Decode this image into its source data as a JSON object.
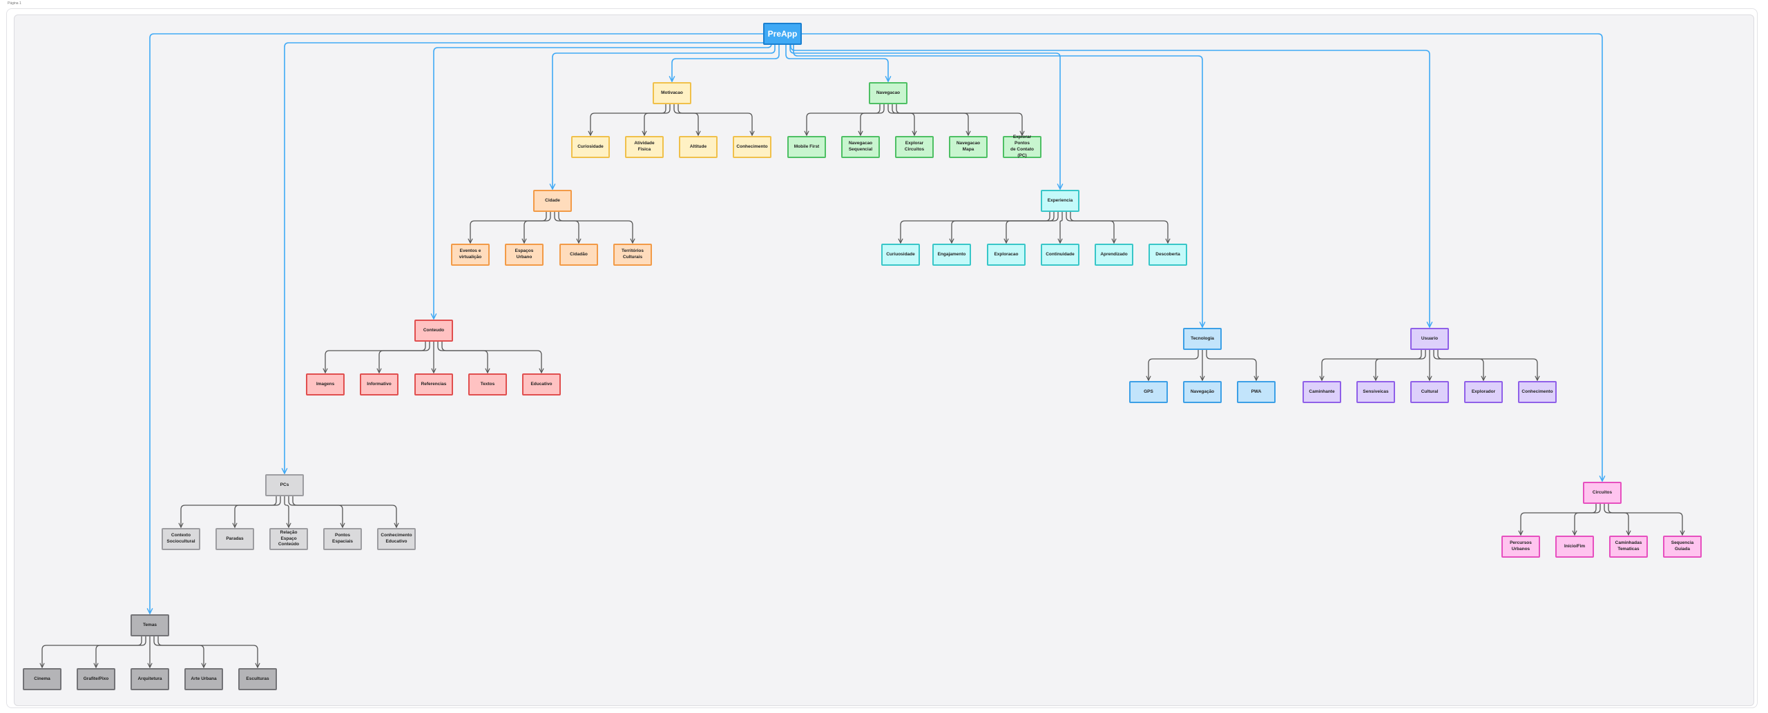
{
  "page_label": "Página 1",
  "root": {
    "label": "PreApp",
    "fill": "#3fa9f5",
    "stroke": "#1a7fd0",
    "edge": "#3fa9f5"
  },
  "groups": [
    {
      "key": "motivacao",
      "label": "Motivacao",
      "fill": "#fff1c4",
      "stroke": "#f0c04a",
      "children": [
        "Curiosidade",
        "Atividade Fisica",
        "Altitude",
        "Conhecimento"
      ]
    },
    {
      "key": "navegacao",
      "label": "Navegacao",
      "fill": "#c8f5cf",
      "stroke": "#4dbf63",
      "children": [
        "Mobile First",
        "Navegacao\nSequencial",
        "Explorar\nCircuitos",
        "Navegacao\nMapa",
        "Explorar Pontos\nde Contato (PC)"
      ]
    },
    {
      "key": "cidade",
      "label": "Cidade",
      "fill": "#ffdcbc",
      "stroke": "#f29a46",
      "children": [
        "Eventos e\nvirtualição",
        "Espaços Urbano",
        "Cidadão",
        "Territórios\nCulturais"
      ]
    },
    {
      "key": "experiencia",
      "label": "Experiencia",
      "fill": "#c4fafa",
      "stroke": "#37c6c8",
      "children": [
        "Curiuosidade",
        "Engajamento",
        "Exploracao",
        "Continuidade",
        "Aprendizado",
        "Descoberta"
      ]
    },
    {
      "key": "conteudo",
      "label": "Conteudo",
      "fill": "#ffc2c2",
      "stroke": "#e04e4e",
      "children": [
        "Imagens",
        "Informativo",
        "Referencias",
        "Textos",
        "Educativo"
      ]
    },
    {
      "key": "tecnologia",
      "label": "Tecnologia",
      "fill": "#c2e4fb",
      "stroke": "#3b9fe6",
      "children": [
        "GPS",
        "Navegação",
        "PWA"
      ]
    },
    {
      "key": "usuario",
      "label": "Usuario",
      "fill": "#ddd0fb",
      "stroke": "#8f5fe8",
      "children": [
        "Caminhante",
        "Sensíveicas",
        "Cultural",
        "Explorador",
        "Conhecimento"
      ]
    },
    {
      "key": "pcs",
      "label": "PCs",
      "fill": "#dadadc",
      "stroke": "#9c9ca0",
      "children": [
        "Contexto\nSociocultural",
        "Paradas",
        "Relação Espaço\nConteúdo",
        "Pontos\nEspaciais",
        "Conhecimento\nEducativo"
      ]
    },
    {
      "key": "circuitos",
      "label": "Circuitos",
      "fill": "#ffc4ef",
      "stroke": "#e64fbf",
      "children": [
        "Percursos\nUrbanos",
        "Início/Fim",
        "Caminhadas\nTematicas",
        "Sequencia\nGuiada"
      ]
    },
    {
      "key": "temas",
      "label": "Temas",
      "fill": "#b4b4b7",
      "stroke": "#737377",
      "children": [
        "Cinema",
        "Grafite/Pixo",
        "Arquitetura",
        "Arte Urbana",
        "Esculturas"
      ]
    }
  ],
  "colors": {
    "child_edge": "#555555",
    "root_edge": "#3fa9f5"
  }
}
